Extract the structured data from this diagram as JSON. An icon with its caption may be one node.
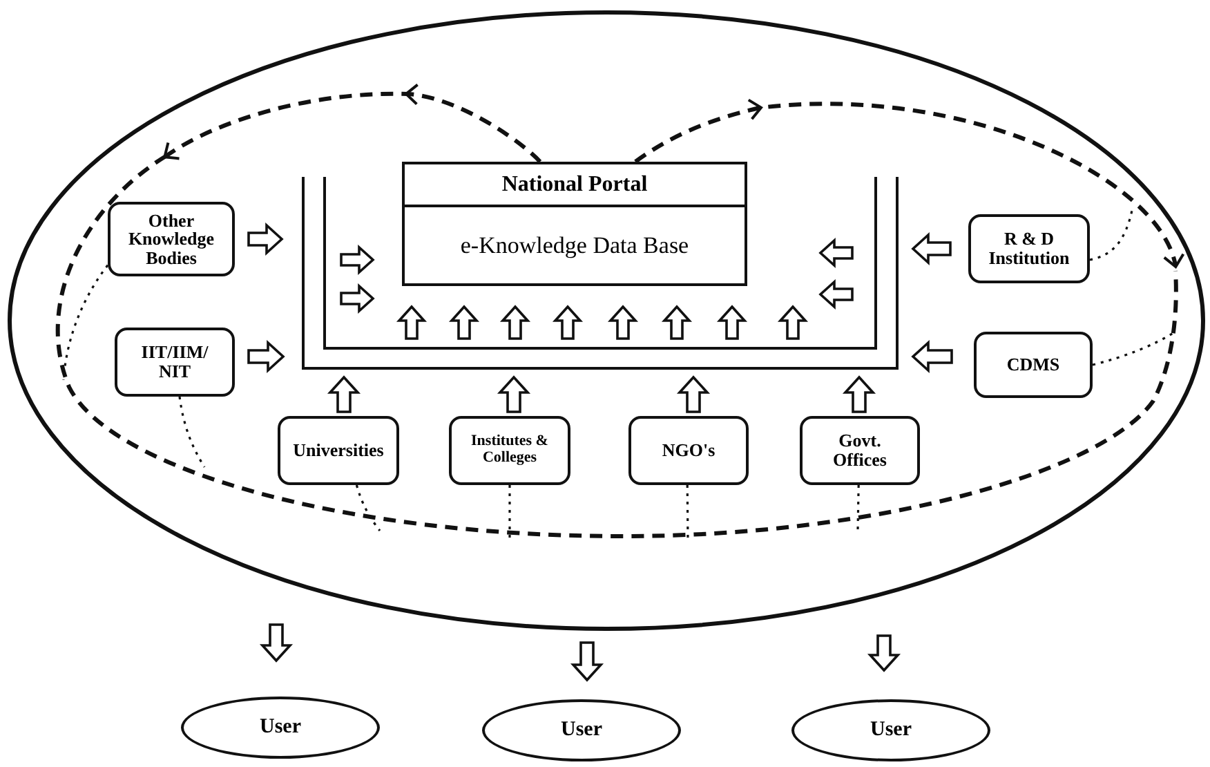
{
  "diagram": {
    "nodes": [
      {
        "text": [],
        "shape": "ellipse"
      },
      {
        "text": [
          "National Portal",
          "e-Knowledge Data Base"
        ],
        "in": 0
      },
      {
        "text": [],
        "shape": "channel",
        "in": 0
      },
      {
        "text": [
          "Other Knowledge Bodies"
        ],
        "in": 0
      },
      {
        "text": [
          "IIT/IIM/ NIT"
        ],
        "in": 0
      },
      {
        "text": [
          "R & D Institution"
        ],
        "in": 0
      },
      {
        "text": [
          "CDMS"
        ],
        "in": 0
      },
      {
        "text": [
          "Universities"
        ],
        "in": 0
      },
      {
        "text": [
          "Institutes & Colleges"
        ],
        "in": 0
      },
      {
        "text": [
          "NGO's"
        ],
        "in": 0
      },
      {
        "text": [
          "Govt. Offices"
        ],
        "in": 0
      },
      {
        "text": [
          "User"
        ]
      },
      {
        "text": [
          "User"
        ]
      },
      {
        "text": [
          "User"
        ]
      }
    ],
    "edges": [
      {
        "from": 3,
        "to": 2,
        "arrow": "to"
      },
      {
        "from": 4,
        "to": 2,
        "arrow": "to"
      },
      {
        "from": 5,
        "to": 2,
        "arrow": "to"
      },
      {
        "from": 6,
        "to": 2,
        "arrow": "to"
      },
      {
        "from": 7,
        "to": 2,
        "arrow": "to"
      },
      {
        "from": 8,
        "to": 2,
        "arrow": "to"
      },
      {
        "from": 9,
        "to": 2,
        "arrow": "to"
      },
      {
        "from": 10,
        "to": 2,
        "arrow": "to"
      },
      {
        "from": 0,
        "to": 11,
        "arrow": "to"
      },
      {
        "from": 0,
        "to": 12,
        "arrow": "to"
      },
      {
        "from": 0,
        "to": 13,
        "arrow": "to"
      },
      {
        "from": 1,
        "to": null,
        "arrow": "to",
        "style": "dashed"
      },
      {
        "from": 1,
        "to": null,
        "arrow": "to",
        "style": "dashed"
      },
      {
        "from": 3,
        "to": null,
        "arrow": "none",
        "style": "dashed"
      },
      {
        "from": 4,
        "to": null,
        "arrow": "none",
        "style": "dashed"
      },
      {
        "from": 7,
        "to": null,
        "arrow": "none",
        "style": "dashed"
      },
      {
        "from": 8,
        "to": null,
        "arrow": "none",
        "style": "dashed"
      },
      {
        "from": 9,
        "to": null,
        "arrow": "none",
        "style": "dashed"
      },
      {
        "from": 10,
        "to": null,
        "arrow": "none",
        "style": "dashed"
      },
      {
        "from": 5,
        "to": null,
        "arrow": "none",
        "style": "dashed"
      },
      {
        "from": 6,
        "to": null,
        "arrow": "none",
        "style": "dashed"
      }
    ]
  }
}
